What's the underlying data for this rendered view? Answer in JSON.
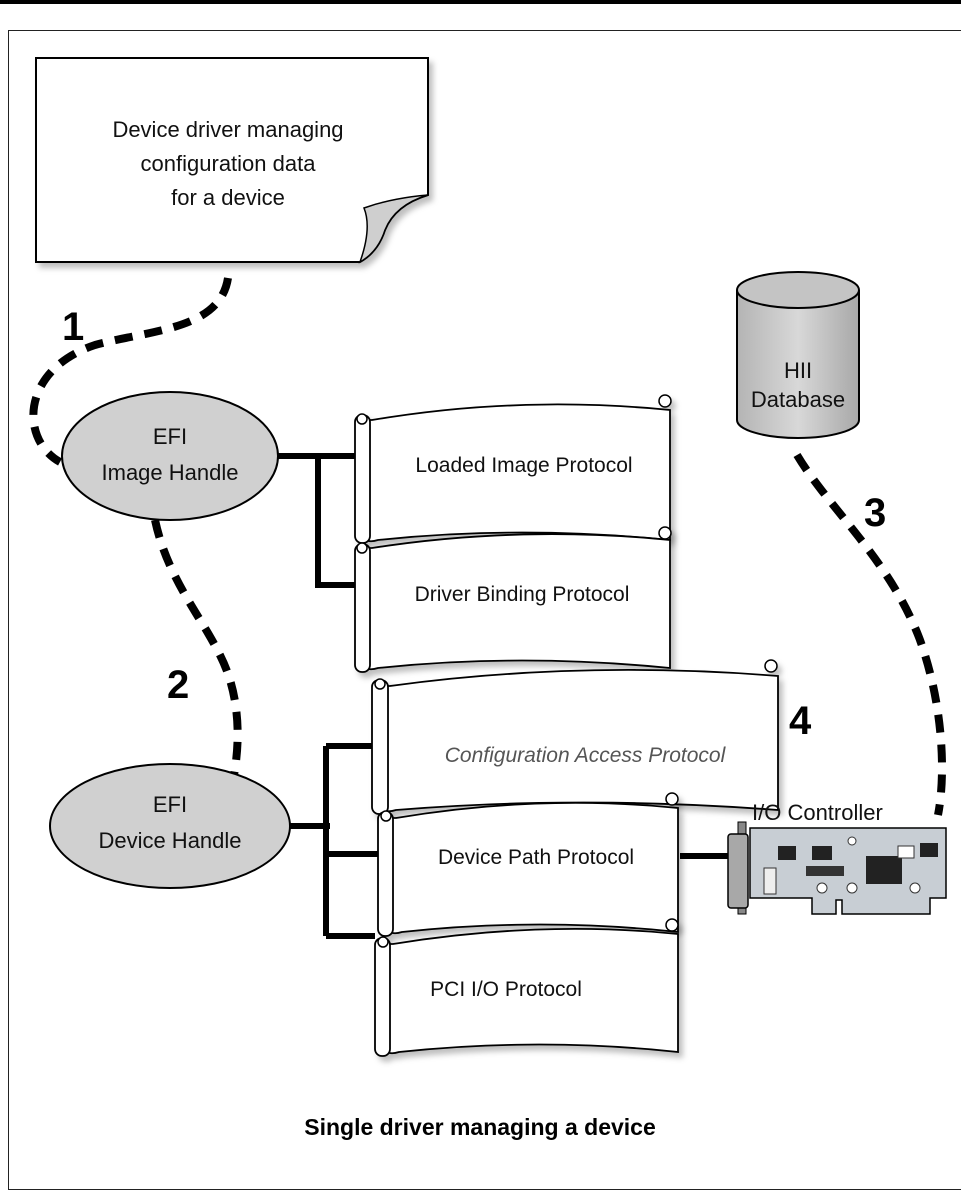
{
  "note": {
    "line1": "Device driver managing",
    "line2": "configuration data",
    "line3": "for a device"
  },
  "image_handle": {
    "line1": "EFI",
    "line2": "Image Handle"
  },
  "device_handle": {
    "line1": "EFI",
    "line2": "Device Handle"
  },
  "database": {
    "line1": "HII",
    "line2": "Database"
  },
  "protocols": {
    "loaded_image": "Loaded Image Protocol",
    "driver_binding": "Driver Binding Protocol",
    "config_access": "Configuration Access Protocol",
    "device_path": "Device Path Protocol",
    "pci_io": "PCI I/O Protocol"
  },
  "controller_label": "I/O Controller",
  "step_numbers": {
    "one": "1",
    "two": "2",
    "three": "3",
    "four": "4"
  },
  "caption": "Single driver managing a device",
  "colors": {
    "handle_fill": "#d0d0d0",
    "line": "#000000",
    "scroll_fill": "#ffffff",
    "board": "#c8ced4"
  }
}
